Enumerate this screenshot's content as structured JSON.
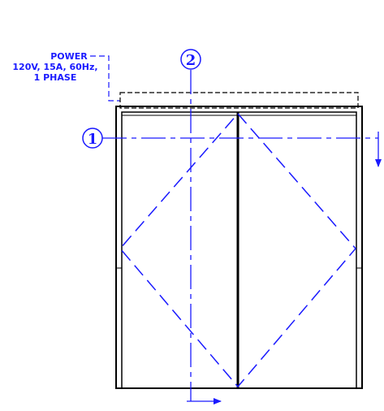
{
  "power_note": {
    "line1": "POWER",
    "line2": "120V, 15A, 60Hz,",
    "line3": "1 PHASE"
  },
  "section_markers": [
    {
      "id": "section-1",
      "label": "1",
      "orientation": "horizontal"
    },
    {
      "id": "section-2",
      "label": "2",
      "orientation": "vertical"
    }
  ],
  "colors": {
    "linework": "#000000",
    "annotation": "#1a1aff",
    "background": "#ffffff"
  }
}
